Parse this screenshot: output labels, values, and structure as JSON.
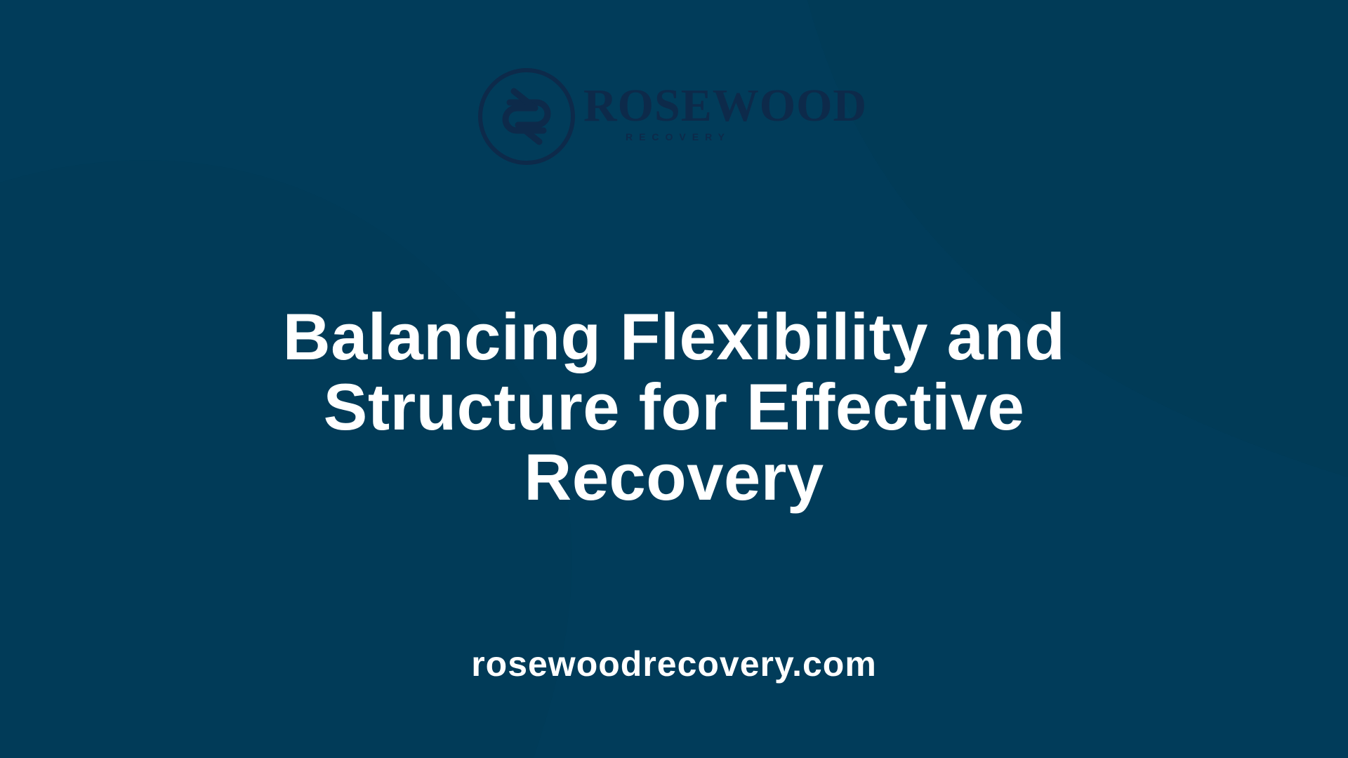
{
  "brand": {
    "name": "ROSEWOOD",
    "tagline": "RECOVERY"
  },
  "headline": {
    "text": "Balancing Flexibility and Structure for Effective Recovery"
  },
  "footer": {
    "url": "rosewoodrecovery.com"
  },
  "colors": {
    "background": "#013c5a",
    "logo": "#0d2a4a",
    "text": "#ffffff"
  },
  "icons": {
    "logo_mark": "rosewood-monogram-icon"
  }
}
